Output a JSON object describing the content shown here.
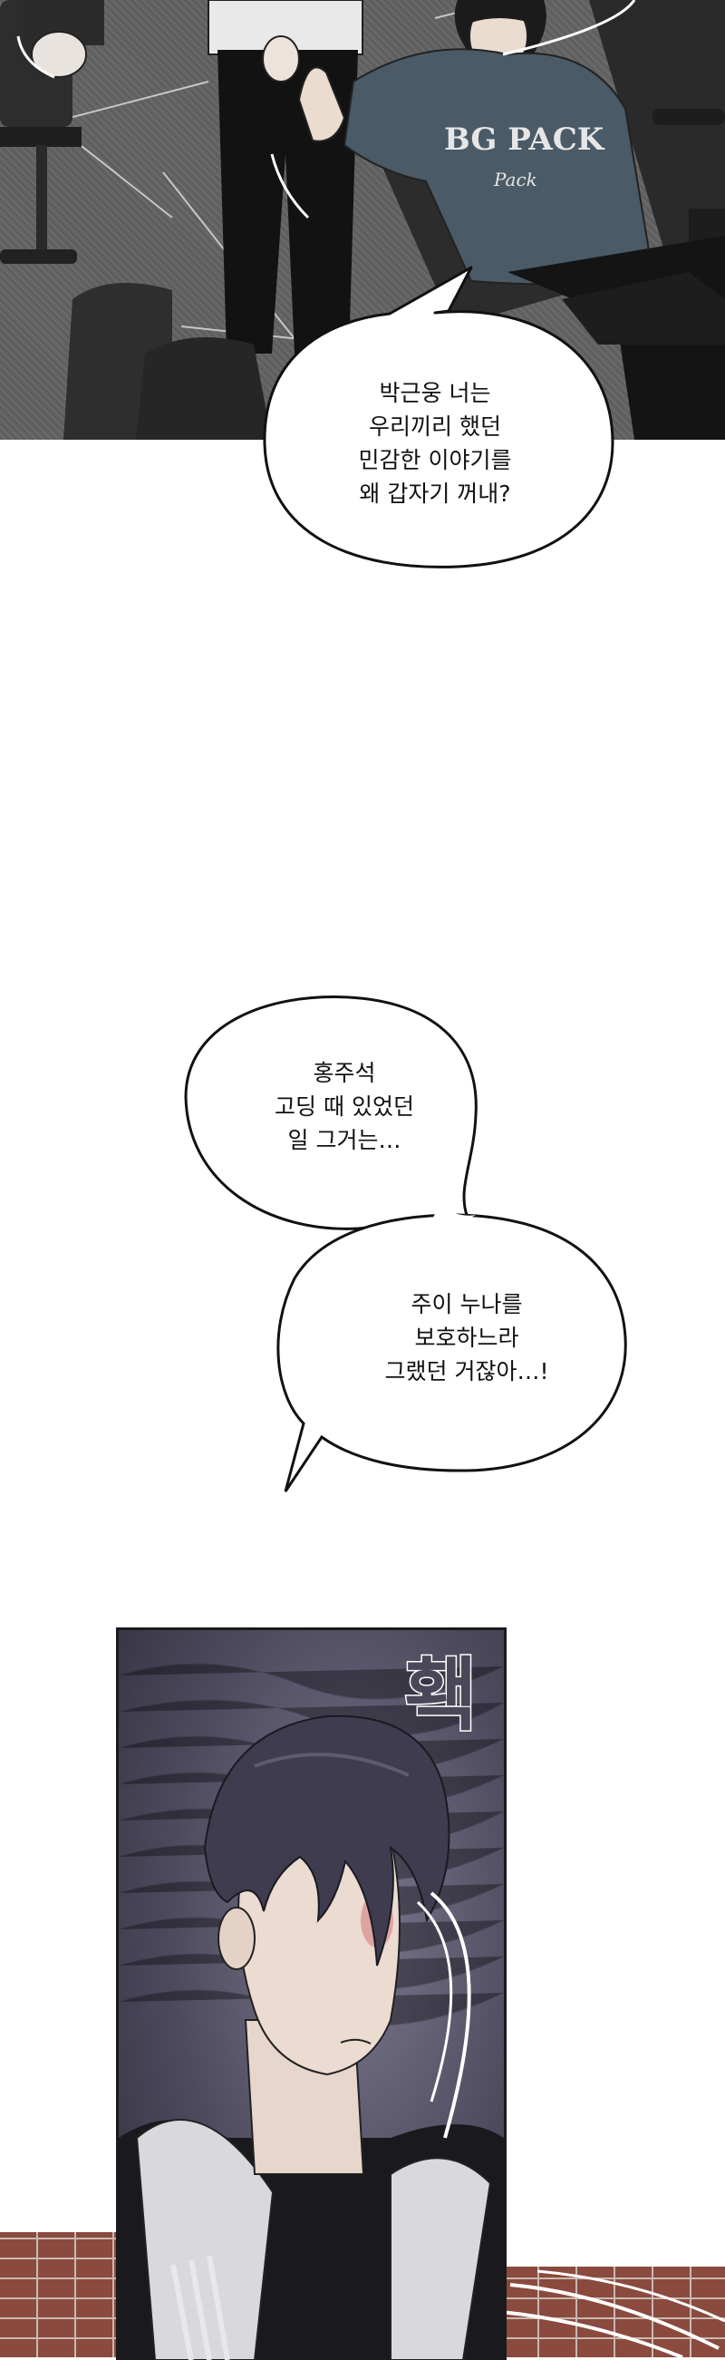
{
  "bubbles": [
    {
      "id": "bubble-1",
      "text": "박근웅 너는\n우리끼리 했던\n민감한 이야기를\n왜 갑자기 꺼내?"
    },
    {
      "id": "bubble-2",
      "text": "홍주석\n고딩 때 있었던\n일 그거는…"
    },
    {
      "id": "bubble-3",
      "text": "주이 누나를\n보호하느라\n그랬던 거잖아…!"
    }
  ],
  "shirt_print": {
    "line1": "BG PACK",
    "line2": "Pack"
  },
  "sfx": {
    "text": "홱"
  },
  "colors": {
    "panel_bg": "#666666",
    "shirt": "#4a5a66",
    "hair": "#3e3c4e",
    "hood": "#d9d9dd",
    "brick": "#8a4a3e"
  }
}
